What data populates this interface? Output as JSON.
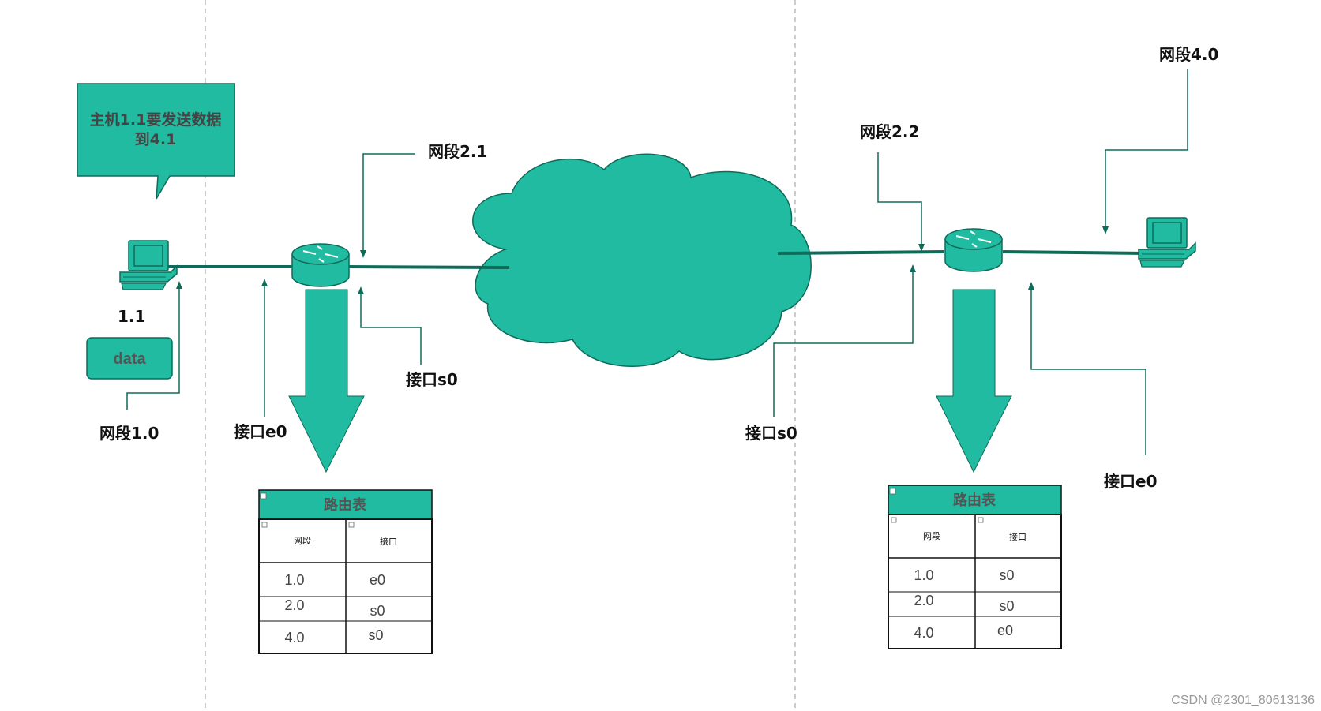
{
  "colors": {
    "teal": "#20BBA0",
    "teal_dark": "#0E6B5A",
    "line": "#0E6B5A",
    "text": "#111111",
    "divider": "#BBBBBB"
  },
  "callout": {
    "line1": "主机1.1要发送数据",
    "line2": "到4.1"
  },
  "host_left": {
    "label": "1.1",
    "data_box": "data"
  },
  "labels": {
    "seg_1_0": "网段1.0",
    "seg_2_1": "网段2.1",
    "seg_2_2": "网段2.2",
    "seg_4_0": "网段4.0",
    "if_e0_left": "接口e0",
    "if_s0_left": "接口s0",
    "if_s0_right": "接口s0",
    "if_e0_right": "接口e0"
  },
  "routing_table_left": {
    "title": "路由表",
    "headers": [
      "网段",
      "接口"
    ],
    "rows": [
      [
        "1.0",
        "e0"
      ],
      [
        "2.0",
        "s0"
      ],
      [
        "4.0",
        "s0"
      ]
    ]
  },
  "routing_table_right": {
    "title": "路由表",
    "headers": [
      "网段",
      "接口"
    ],
    "rows": [
      [
        "1.0",
        "s0"
      ],
      [
        "2.0",
        "s0"
      ],
      [
        "4.0",
        "e0"
      ]
    ]
  },
  "watermark": "CSDN @2301_80613136",
  "icons": {
    "computer": "computer-icon",
    "router": "router-icon",
    "cloud": "cloud-icon",
    "arrow": "down-arrow-icon",
    "collapse": "collapse-icon"
  }
}
